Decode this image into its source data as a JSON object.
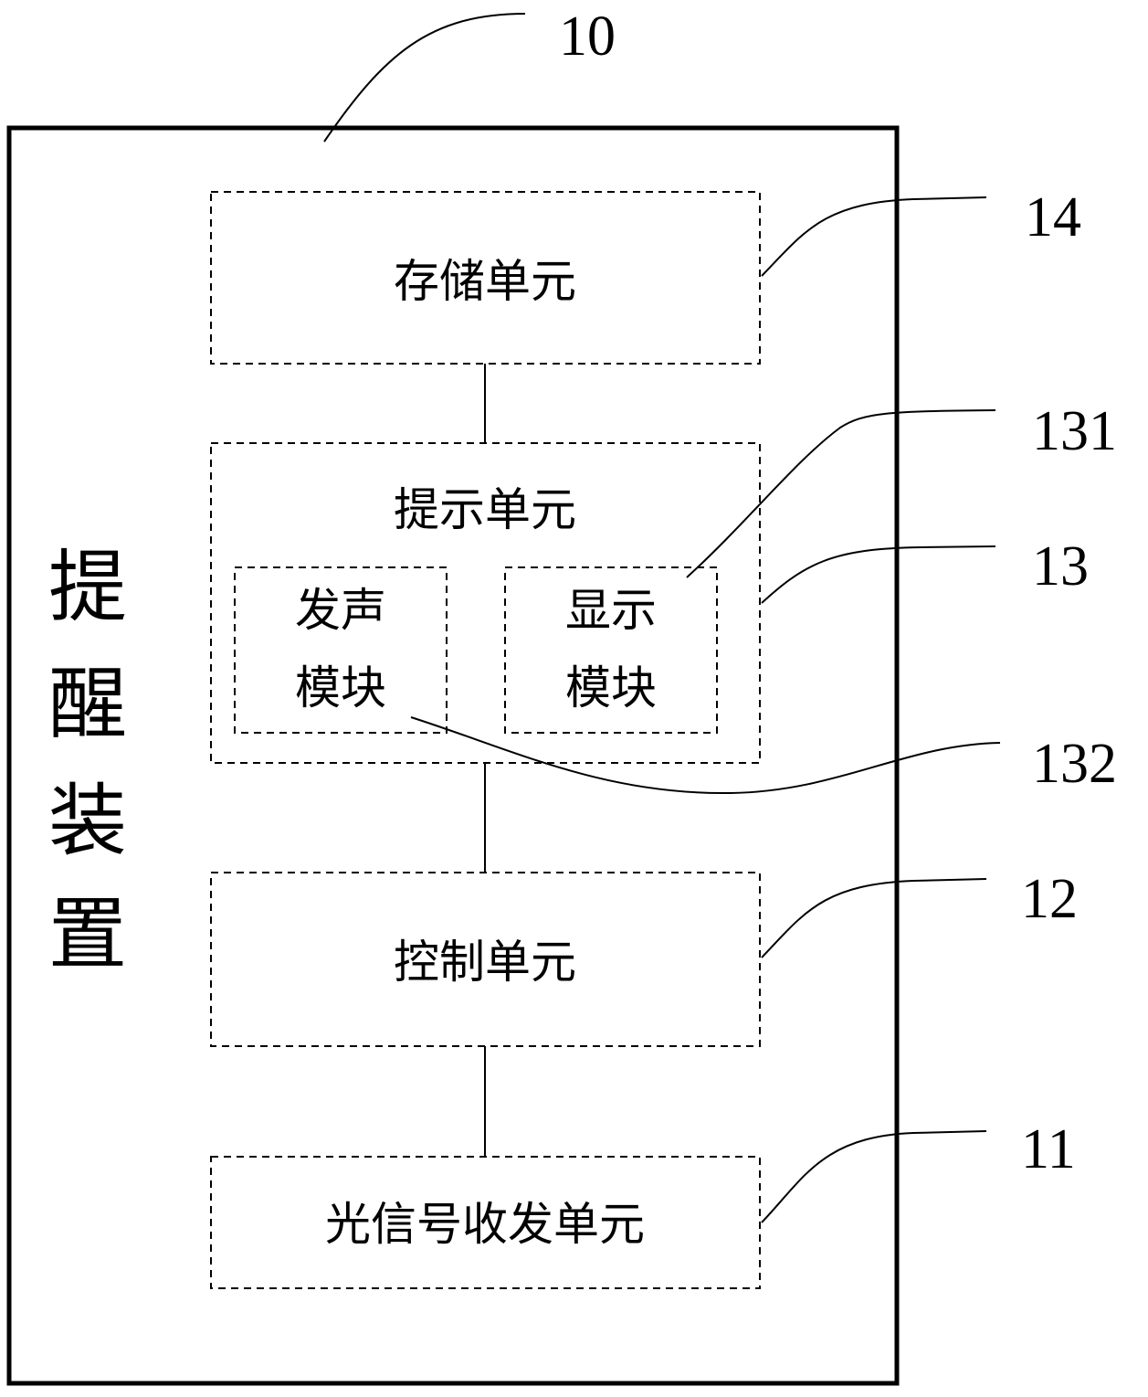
{
  "device": {
    "ref": "10",
    "label_chars": [
      "提",
      "醒",
      "装",
      "置"
    ]
  },
  "units": {
    "storage": {
      "ref": "14",
      "label": "存储单元"
    },
    "prompt": {
      "ref": "13",
      "label": "提示单元",
      "sound_module": {
        "ref": "132",
        "line1": "发声",
        "line2": "模块"
      },
      "display_module": {
        "ref": "131",
        "line1": "显示",
        "line2": "模块"
      }
    },
    "control": {
      "ref": "12",
      "label": "控制单元"
    },
    "optical_transceiver": {
      "ref": "11",
      "label": "光信号收发单元"
    }
  }
}
